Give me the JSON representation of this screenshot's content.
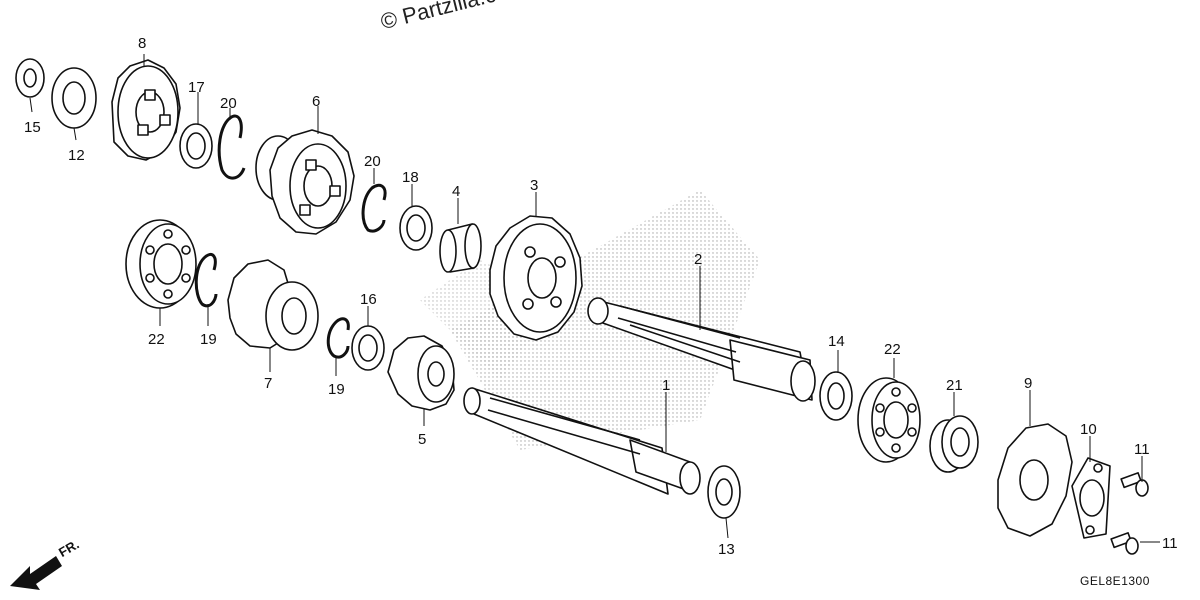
{
  "watermark": "© Partzilla.com",
  "diagram_code": "GEL8E1300",
  "front_indicator": "FR.",
  "parts": {
    "p1": "1",
    "p2": "2",
    "p3": "3",
    "p4": "4",
    "p5": "5",
    "p6": "6",
    "p7": "7",
    "p8": "8",
    "p9": "9",
    "p10": "10",
    "p11a": "11",
    "p11b": "11",
    "p12": "12",
    "p13": "13",
    "p14": "14",
    "p15": "15",
    "p16": "16",
    "p17": "17",
    "p18": "18",
    "p19a": "19",
    "p19b": "19",
    "p20a": "20",
    "p20b": "20",
    "p21": "21",
    "p22a": "22",
    "p22b": "22"
  },
  "colors": {
    "line": "#111111",
    "fill": "#ffffff",
    "dots": "#9a9a9a"
  }
}
